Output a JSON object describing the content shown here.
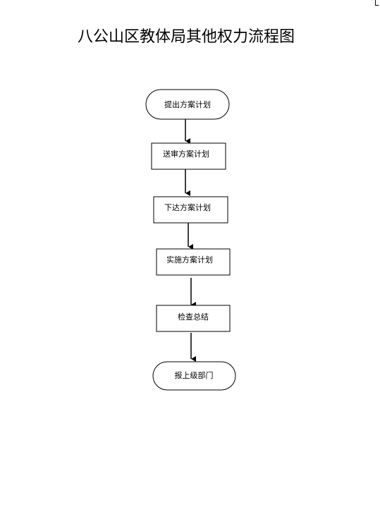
{
  "title": "八公山区教体局其他权力流程图",
  "flowchart": {
    "nodes": [
      {
        "id": "n1",
        "label": "提出方案计划",
        "shape": "terminal"
      },
      {
        "id": "n2",
        "label": "送审方案计划",
        "shape": "process"
      },
      {
        "id": "n3",
        "label": "下达方案计划",
        "shape": "process"
      },
      {
        "id": "n4",
        "label": "实施方案计划",
        "shape": "process"
      },
      {
        "id": "n5",
        "label": "检查总结",
        "shape": "process"
      },
      {
        "id": "n6",
        "label": "报上级部门",
        "shape": "terminal"
      }
    ],
    "edges": [
      {
        "from": "n1",
        "to": "n2"
      },
      {
        "from": "n2",
        "to": "n3"
      },
      {
        "from": "n3",
        "to": "n4"
      },
      {
        "from": "n4",
        "to": "n5"
      },
      {
        "from": "n5",
        "to": "n6"
      }
    ]
  }
}
